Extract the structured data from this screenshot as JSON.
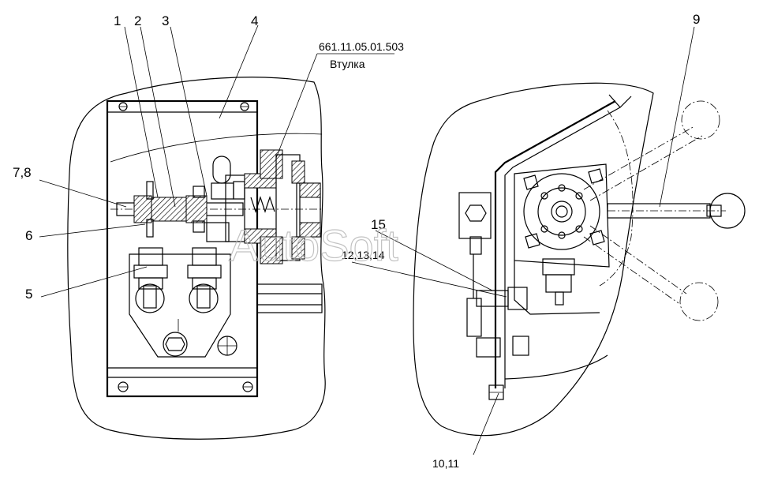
{
  "callouts": {
    "c1": "1",
    "c2": "2",
    "c3": "3",
    "c4": "4",
    "c5": "5",
    "c6": "6",
    "c78": "7,8",
    "c9": "9",
    "c1011": "10,11",
    "c121314": "12,13,14",
    "c15": "15"
  },
  "part_note": {
    "code": "661.11.05.01.503",
    "name": "Втулка"
  },
  "watermark": "AutoSoft"
}
